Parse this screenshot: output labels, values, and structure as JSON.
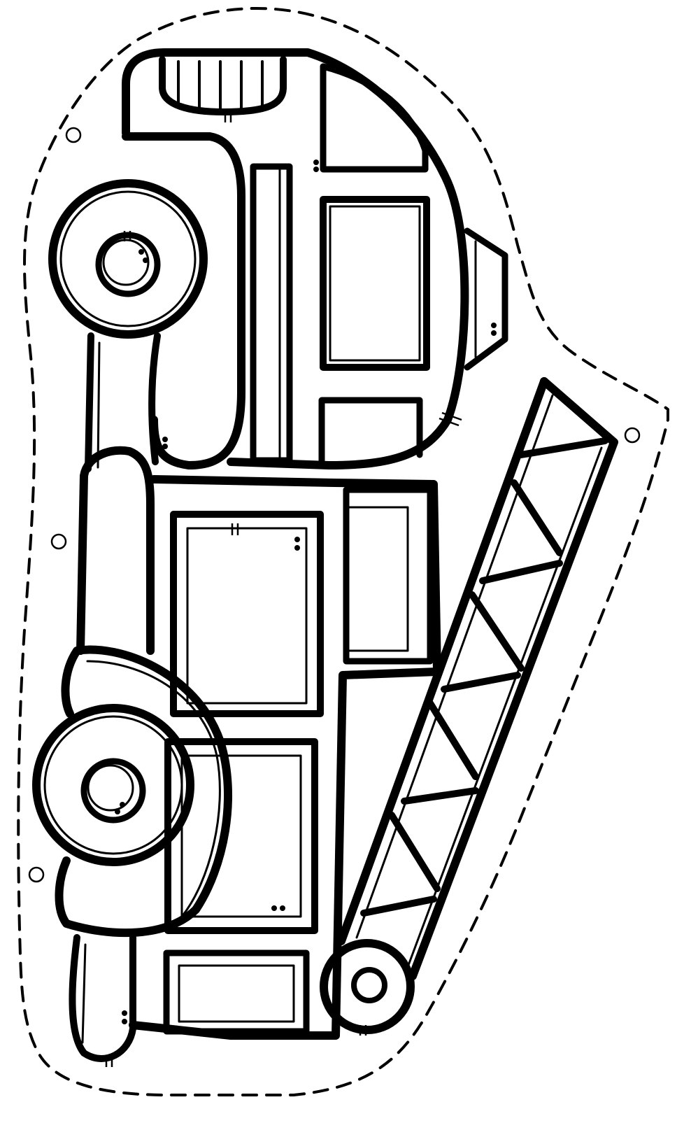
{
  "page": {
    "background": "#ffffff",
    "ink": "#000000"
  },
  "artwork": {
    "subject": "fire-truck-with-ladder",
    "style": "black outline coloring page",
    "cut_line": "dashed",
    "punch_holes": 4
  }
}
